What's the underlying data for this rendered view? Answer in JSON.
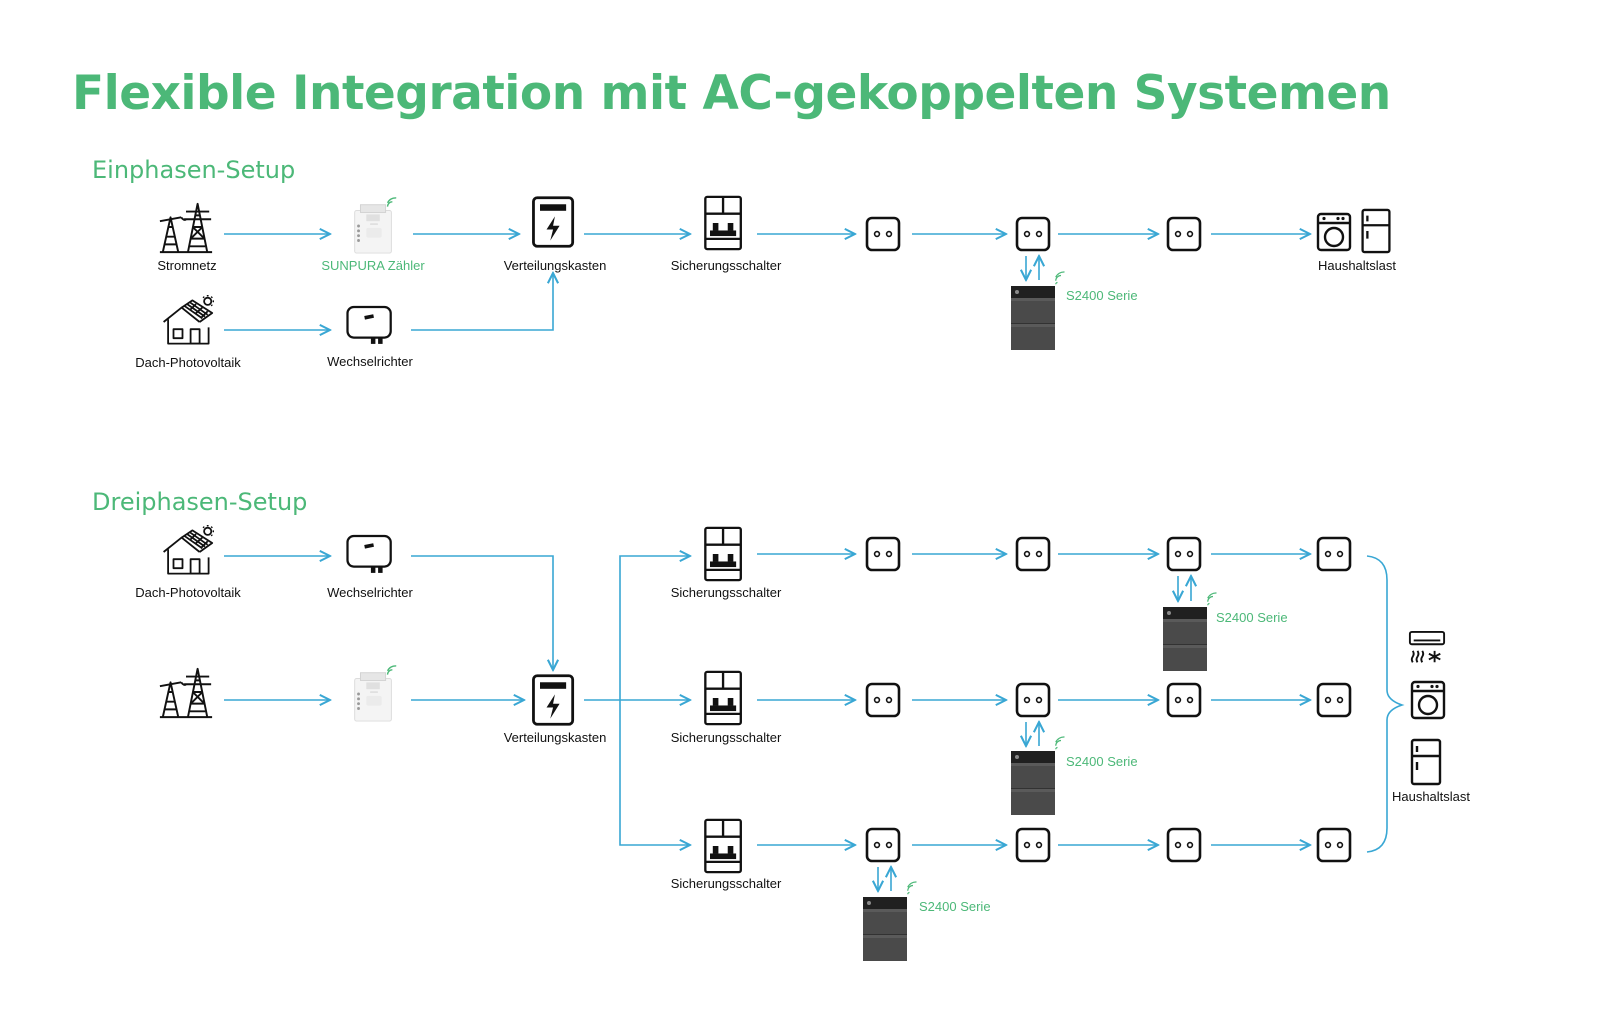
{
  "title": "Flexible Integration mit AC-gekoppelten Systemen",
  "single_phase": {
    "heading": "Einphasen-Setup",
    "grid_label": "Stromnetz",
    "meter_label": "SUNPURA Zähler",
    "distribution_label": "Verteilungskasten",
    "breaker_label": "Sicherungsschalter",
    "pv_label": "Dach-Photovoltaik",
    "inverter_label": "Wechselrichter",
    "battery_label": "S2400 Serie",
    "load_label": "Haushaltslast"
  },
  "three_phase": {
    "heading": "Dreiphasen-Setup",
    "pv_label": "Dach-Photovoltaik",
    "inverter_label": "Wechselrichter",
    "distribution_label": "Verteilungskasten",
    "breaker_labels": [
      "Sicherungsschalter",
      "Sicherungsschalter",
      "Sicherungsschalter"
    ],
    "battery_labels": [
      "S2400 Serie",
      "S2400 Serie",
      "S2400 Serie"
    ],
    "load_label": "Haushaltslast"
  },
  "colors": {
    "title": "#4cb878",
    "arrow": "#39a7d4",
    "icon": "#111111"
  }
}
